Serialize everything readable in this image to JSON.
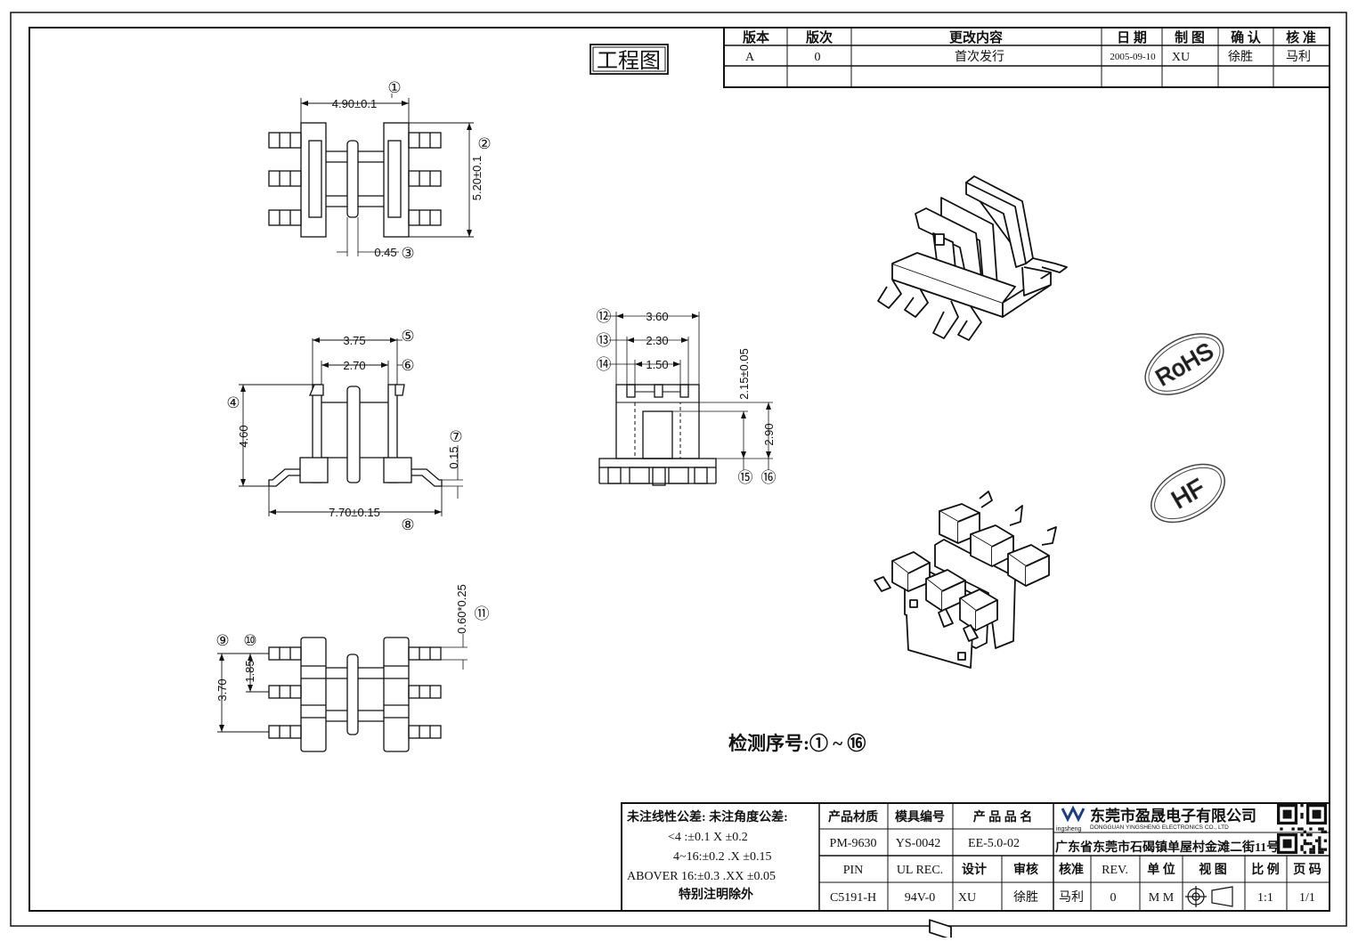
{
  "title": "工程图",
  "revision_table": {
    "headers": [
      "版本",
      "版次",
      "更改内容",
      "日 期",
      "制 图",
      "确 认",
      "核 准"
    ],
    "rows": [
      [
        "A",
        "0",
        "首次发行",
        "2005-09-10",
        "XU",
        "徐胜",
        "马利"
      ],
      [
        "",
        "",
        "",
        "",
        "",
        "",
        ""
      ]
    ]
  },
  "dimensions": {
    "top_view": {
      "width": "4.90±0.1",
      "height": "5.20±0.1",
      "slot": "0.45",
      "c1": "①",
      "c2": "②",
      "c3": "③"
    },
    "front_view": {
      "w1": "3.75",
      "w2": "2.70",
      "h": "4.60",
      "t": "0.15",
      "w": "7.70±0.15",
      "c4": "④",
      "c5": "⑤",
      "c6": "⑥",
      "c7": "⑦",
      "c8": "⑧"
    },
    "bottom_view": {
      "pin": "0.60*0.25",
      "p1": "1.85",
      "p2": "3.70",
      "c9": "⑨",
      "c10": "⑩",
      "c11": "⑪"
    },
    "side_view": {
      "w1": "3.60",
      "w2": "2.30",
      "w3": "1.50",
      "h1": "2.15±0.05",
      "h2": "2.90",
      "c12": "⑫",
      "c13": "⑬",
      "c14": "⑭",
      "c15": "⑮",
      "c16": "⑯"
    }
  },
  "stamps": {
    "rohs": "RoHS",
    "hf": "HF"
  },
  "inspection_note": "检测序号:① ~ ⑯",
  "tolerance": {
    "title": "未注线性公差:  未注角度公差:",
    "line1": "<4 :±0.1  X ±0.2",
    "line2": "4~16:±0.2  .X ±0.15",
    "line3": "ABOVER 16:±0.3  .XX ±0.05",
    "line4": "特别注明除外"
  },
  "title_block": {
    "h_material": "产品材质",
    "h_mold": "模具编号",
    "h_name": "产 品 品 名",
    "material": "PM-9630",
    "mold": "YS-0042",
    "name": "EE-5.0-02",
    "h_pin": "PIN",
    "h_ul": "UL REC.",
    "h_design": "设计",
    "h_review": "审核",
    "h_approve": "核准",
    "h_rev": "REV.",
    "h_unit": "单 位",
    "h_view": "视 图",
    "h_scale": "比 例",
    "h_page": "页 码",
    "pin": "C5191-H",
    "ul": "94V-0",
    "design": "XU",
    "review": "徐胜",
    "approve": "马利",
    "rev": "0",
    "unit": "M M",
    "scale": "1:1",
    "page": "1/1",
    "company_cn": "东莞市盈晟电子有限公司",
    "company_en": "DONGGUAN YINGSHENG ELECTRONICS CO., LTD",
    "address": "广东省东莞市石碣镇单屋村金滩二街11号",
    "logo_text": "ingsheng"
  }
}
